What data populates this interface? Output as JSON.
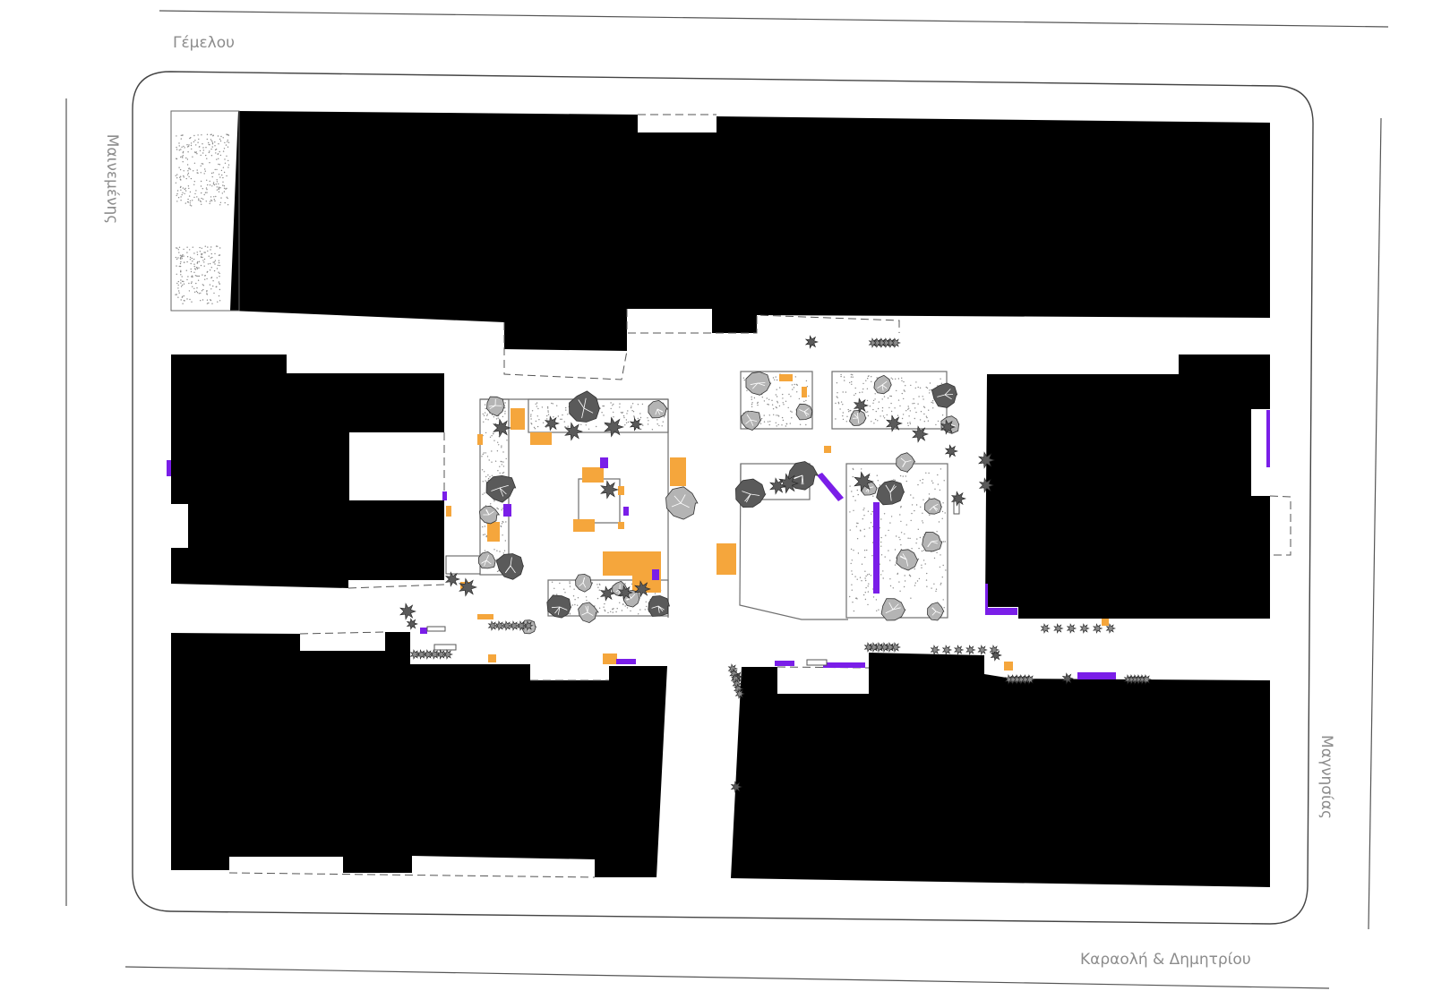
{
  "streets": {
    "north": "Γέμελου",
    "west": "Μαινεμένης",
    "east": "Μαγνησίας",
    "south": "Καραολή & Δημητρίου"
  },
  "colors": {
    "building": "#000000",
    "seating": "#f5a63c",
    "lighting": "#7a1ee8",
    "tree": "#5a5a5a",
    "tree_light": "#b4b4b4",
    "outline": "#7a7a7a"
  }
}
